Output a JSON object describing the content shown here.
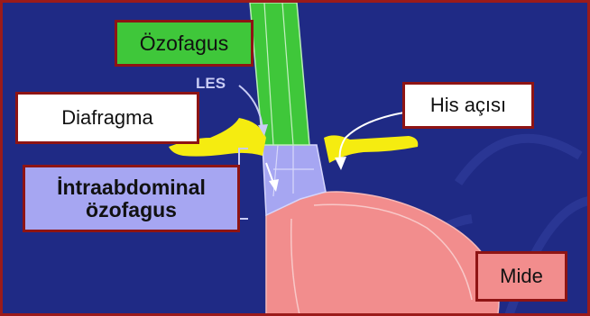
{
  "labels": {
    "esophagus": "Özofagus",
    "diaphragm": "Diafragma",
    "his_angle": "His açısı",
    "intra_line1": "İntraabdominal",
    "intra_line2": "özofagus",
    "stomach": "Mide",
    "les": "LES"
  },
  "colors": {
    "background": "#1f2a85",
    "frame_border": "#9b1b1b",
    "label_border": "#8e1414",
    "esophagus_green": "#3fc73a",
    "intra_lavender": "#a6a6f2",
    "stomach_pink": "#f28d8d",
    "diaphragm_yellow": "#f5ec10",
    "watermark": "#2a3594"
  }
}
